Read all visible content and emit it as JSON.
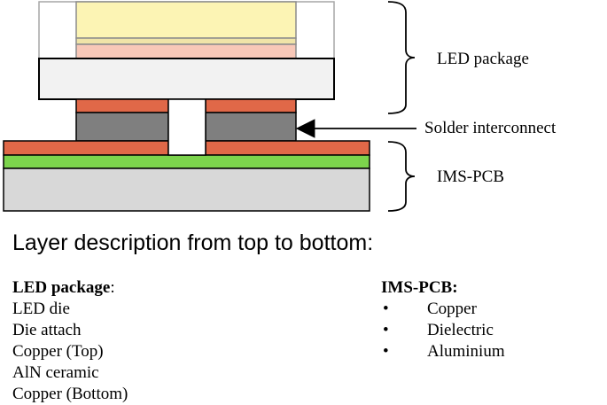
{
  "labels": {
    "led_package": "LED package",
    "solder_interconnect": "Solder interconnect",
    "ims_pcb": "IMS-PCB"
  },
  "description": {
    "heading": "Layer description from top to bottom:",
    "led_package": {
      "title": "LED package",
      "colon": ":",
      "layers": [
        "LED die",
        "Die attach",
        "Copper (Top)",
        "AlN ceramic",
        "Copper (Bottom)"
      ]
    },
    "ims_pcb": {
      "title": "IMS-PCB:",
      "bullet": "•",
      "layers": [
        "Copper",
        "Dielectric",
        "Aluminium"
      ]
    }
  },
  "colors": {
    "led_die": "#fcf4b4",
    "die_attach": "#f0e4a8",
    "copper_top": "#f8c8b8",
    "aln_ceramic": "#f2f2f2",
    "copper": "#e06848",
    "solder": "#7f7f7f",
    "dielectric": "#7cd44c",
    "aluminium": "#d8d8d8"
  }
}
